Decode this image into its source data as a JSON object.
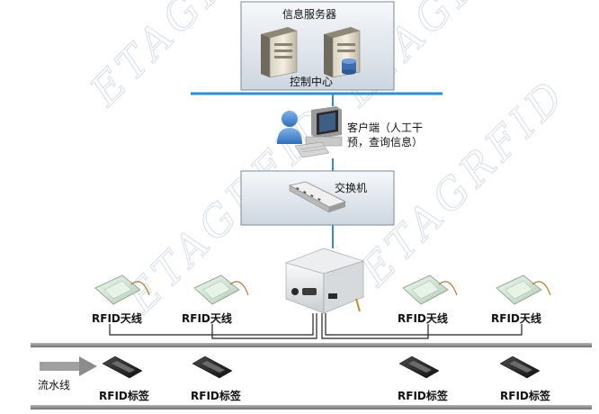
{
  "watermark": "ETAGRFID",
  "control_center": {
    "top_label": "信息服务器",
    "bottom_label": "控制中心"
  },
  "client": {
    "label_line1": "客户端（人工干",
    "label_line2": "预，查询信息）"
  },
  "switch": {
    "label": "交换机"
  },
  "antennas": [
    {
      "label": "RFID天线"
    },
    {
      "label": "RFID天线"
    },
    {
      "label": "RFID天线"
    },
    {
      "label": "RFID天线"
    }
  ],
  "tags": [
    {
      "label": "RFID标签"
    },
    {
      "label": "RFID标签"
    },
    {
      "label": "RFID标签"
    },
    {
      "label": "RFID标签"
    }
  ],
  "conveyor": {
    "label": "流水线"
  },
  "colors": {
    "network_line": "#2c8fd6",
    "box_border": "#7a8a99",
    "box_fill_top": "#f4f7fa",
    "box_fill_bottom": "#cfd8e2",
    "conveyor": "#8f8f8f",
    "arrow": "#9a9a9a"
  }
}
